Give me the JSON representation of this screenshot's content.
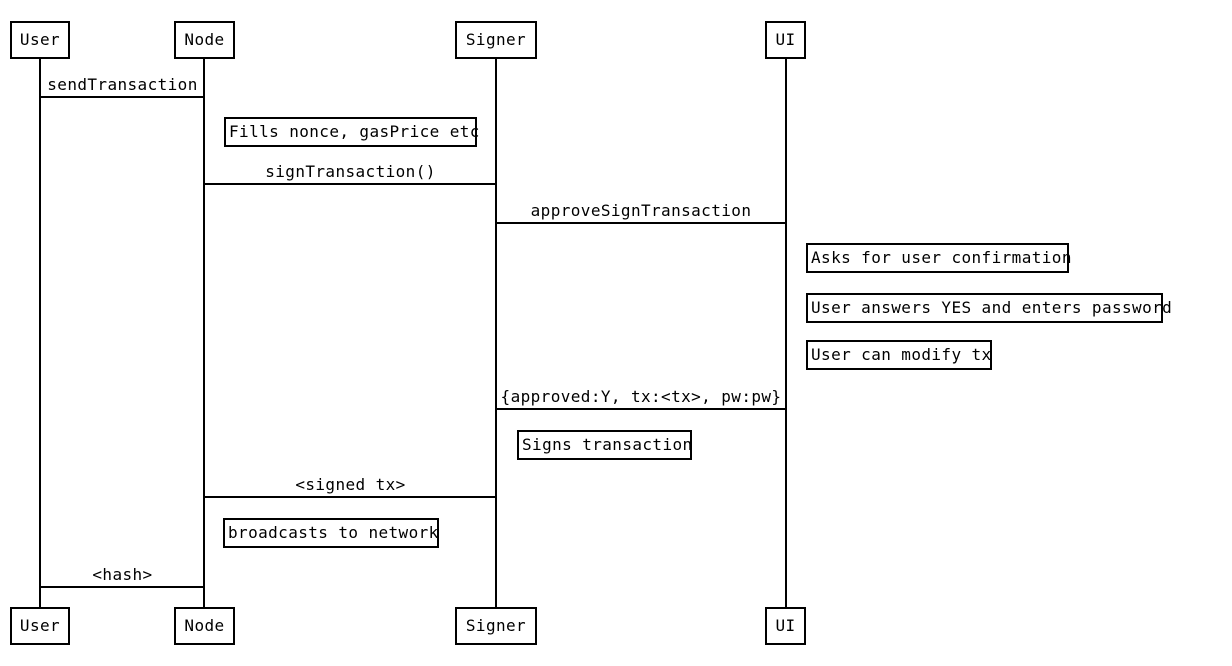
{
  "diagram": {
    "type": "sequence-diagram",
    "background_color": "#ffffff",
    "line_color": "#000000",
    "text_color": "#000000",
    "actors": [
      {
        "id": "user",
        "label": "User"
      },
      {
        "id": "node",
        "label": "Node"
      },
      {
        "id": "signer",
        "label": "Signer"
      },
      {
        "id": "ui",
        "label": "UI"
      }
    ],
    "messages": [
      {
        "from": "user",
        "to": "node",
        "label": "sendTransaction"
      },
      {
        "from": "node",
        "to": "signer",
        "label": "signTransaction()"
      },
      {
        "from": "signer",
        "to": "ui",
        "label": "approveSignTransaction"
      },
      {
        "from": "ui",
        "to": "signer",
        "label": "{approved:Y, tx:<tx>, pw:pw}"
      },
      {
        "from": "signer",
        "to": "node",
        "label": "<signed tx>"
      },
      {
        "from": "node",
        "to": "user",
        "label": "<hash>"
      }
    ],
    "notes": [
      {
        "actor": "node",
        "label": "Fills nonce, gasPrice etc"
      },
      {
        "actor": "ui",
        "label": "Asks for user confirmation"
      },
      {
        "actor": "ui",
        "label": "User answers YES and enters password"
      },
      {
        "actor": "ui",
        "label": "User can modify tx"
      },
      {
        "actor": "signer",
        "label": "Signs transaction"
      },
      {
        "actor": "node",
        "label": "broadcasts to network"
      }
    ]
  }
}
